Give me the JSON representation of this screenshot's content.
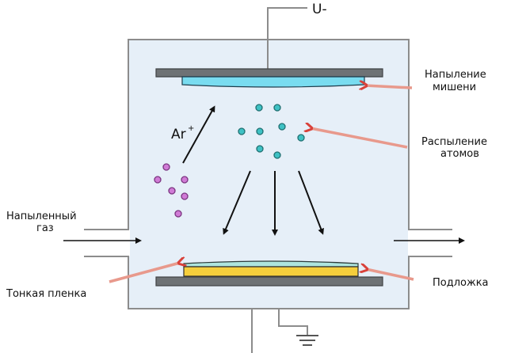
{
  "labels": {
    "voltage": "U-",
    "ion": "Ar",
    "ion_charge": "+",
    "target_line1": "Напыление",
    "target_line2": "мишени",
    "sputter_line1": "Распыление",
    "sputter_line2": "атомов",
    "gas_line1": "Напыленный",
    "gas_line2": "газ",
    "film": "Тонкая пленка",
    "substrate": "Подложка"
  },
  "colors": {
    "chamber_fill": "#e6eff8",
    "chamber_stroke": "#8c8c8c",
    "electrode": "#6e7275",
    "target_material": "#79dcf0",
    "film": "#aee5de",
    "substrate_layer": "#f5ce3c",
    "atom": "#3ec1c4",
    "ion": "#d07bd6",
    "pointer_arrow": "#e8998c",
    "arrow": "#111111"
  }
}
